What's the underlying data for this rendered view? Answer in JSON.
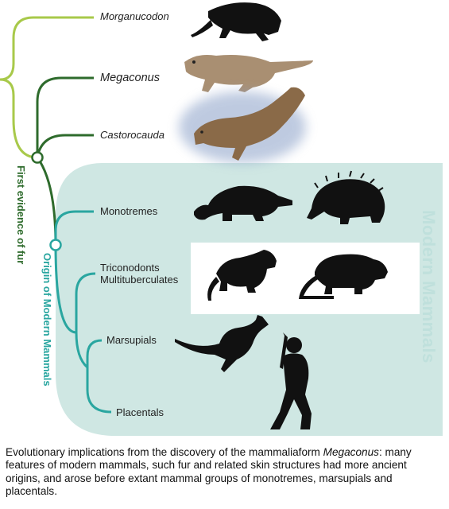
{
  "taxa": {
    "morganucodon": "Morganucodon",
    "megaconus": "Megaconus",
    "castorocauda": "Castorocauda",
    "monotremes": "Monotremes",
    "triconodonts": "Triconodonts",
    "multituberculates": "Multituberculates",
    "marsupials": "Marsupials",
    "placentals": "Placentals"
  },
  "labels": {
    "first_evidence_of_fur": "First evidence of fur",
    "origin_of_modern_mammals": "Origin of Modern Mammals",
    "modern_mammals": "Modern Mammals"
  },
  "caption": {
    "part1": "Evolutionary implications from the discovery of the mammaliaform ",
    "genus": "Megaconus",
    "part2": ": many features of modern mammals, such fur and related skin structures had more ancient origins, and arose before extant mammal groups of monotremes, marsupials and placentals."
  },
  "colors": {
    "light_green": "#a8c94a",
    "dark_green": "#2e6b2c",
    "teal": "#2aa6a0",
    "panel": "#cfe7e3",
    "silhouette": "#111111"
  },
  "icons": [
    "morganucodon-silhouette",
    "megaconus-illustration",
    "castorocauda-illustration",
    "platypus-silhouette",
    "echidna-silhouette",
    "triconodont-silhouette",
    "multituberculate-silhouette",
    "kangaroo-silhouette",
    "baseball-player-silhouette"
  ]
}
